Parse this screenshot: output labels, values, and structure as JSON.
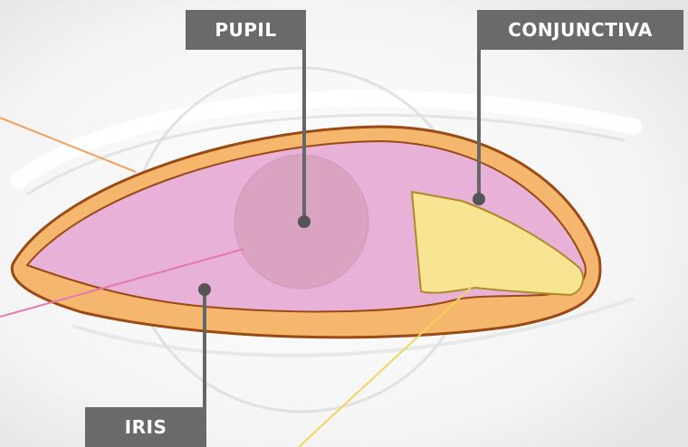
{
  "labels": {
    "pupil": "PUPIL",
    "conjunctiva": "CONJUNCTIVA",
    "iris": "IRIS"
  },
  "colors": {
    "background": "#f2f2f2",
    "eyelid_rim": "#f5b66e",
    "eyelid_outline": "#9a4a14",
    "eye_surface": "#e8b2d8",
    "pupil": "#d9a2c0",
    "conjunctiva_fold": "#f7e593",
    "label_box": "#6a6a6a",
    "label_text": "#ffffff",
    "pointer_line": "#666666",
    "pointer_dot": "#555555"
  }
}
